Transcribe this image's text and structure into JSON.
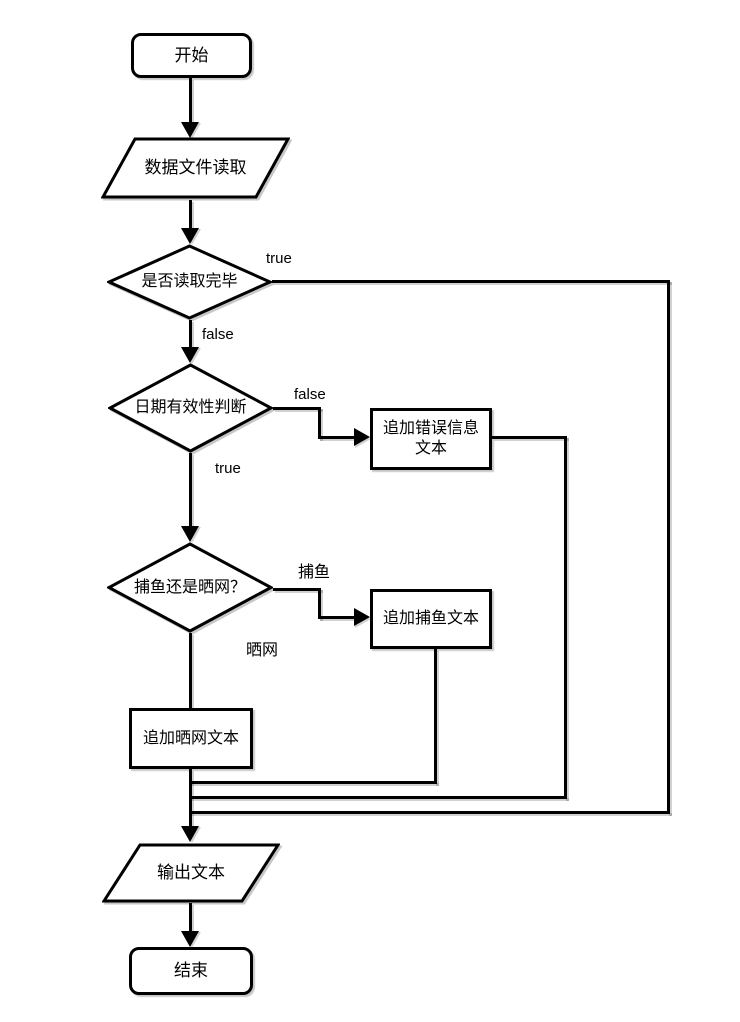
{
  "diagram": {
    "type": "flowchart",
    "colors": {
      "stroke": "#000000",
      "fill": "#ffffff",
      "background": "#ffffff",
      "shadow": "rgba(0,0,0,0.2)"
    }
  },
  "nodes": {
    "start": {
      "label": "开始",
      "type": "terminator"
    },
    "read_file": {
      "label": "数据文件读取",
      "type": "io-parallelogram"
    },
    "read_done": {
      "label": "是否读取完毕",
      "type": "decision"
    },
    "date_valid": {
      "label": "日期有效性判断",
      "type": "decision"
    },
    "append_error": {
      "label": "追加错误信息文本",
      "type": "process"
    },
    "fish_or_net": {
      "label": "捕鱼还是晒网？",
      "type": "decision"
    },
    "append_fish": {
      "label": "追加捕鱼文本",
      "type": "process"
    },
    "append_net": {
      "label": "追加晒网文本",
      "type": "process"
    },
    "output_text": {
      "label": "输出文本",
      "type": "io-parallelogram"
    },
    "end": {
      "label": "结束",
      "type": "terminator"
    }
  },
  "edge_labels": {
    "read_done_true": "true",
    "read_done_false": "false",
    "date_valid_false": "false",
    "date_valid_true": "true",
    "fish_branch": "捕鱼",
    "net_branch": "晒网"
  }
}
